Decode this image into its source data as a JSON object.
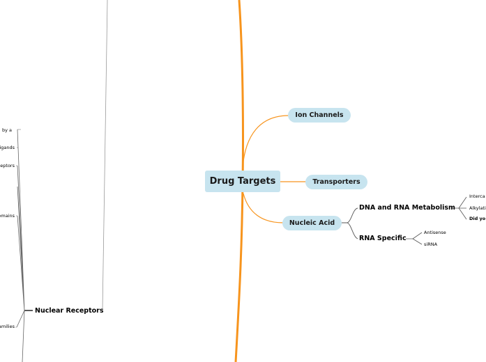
{
  "central": {
    "label": "Drug Targets"
  },
  "main_topics": {
    "ion_channels": "Ion Channels",
    "transporters": "Transporters",
    "nucleic_acid": "Nucleic Acid"
  },
  "nucleic_acid": {
    "dna_rna_metabolism": {
      "label": "DNA and RNA Metabolism",
      "children": [
        "Interca",
        "Alkylati",
        "Did yo"
      ]
    },
    "rna_specific": {
      "label": "RNA Specific",
      "children": [
        "Antisense",
        "siRNA"
      ]
    }
  },
  "nuclear_receptors": {
    "label": "Nuclear Receptors",
    "children": [
      "by a",
      "igands",
      "eptors",
      "omains",
      "amilies"
    ]
  },
  "colors": {
    "main_branch": "#f7941d",
    "node_fill": "#c7e4ef",
    "sub_line": "#555555",
    "thin_line": "#999999"
  }
}
